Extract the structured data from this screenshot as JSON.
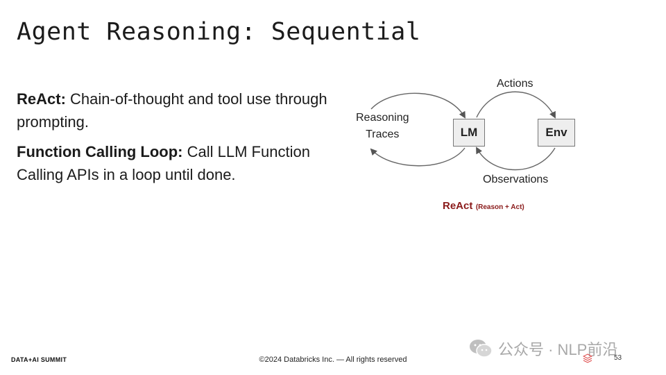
{
  "slide": {
    "title": "Agent Reasoning: Sequential",
    "points": [
      {
        "term": "ReAct:",
        "text": " Chain-of-thought and tool use through prompting."
      },
      {
        "term": "Function Calling Loop:",
        "text": " Call LLM Function Calling APIs in a loop until done."
      }
    ]
  },
  "diagram": {
    "nodes": {
      "lm": "LM",
      "env": "Env"
    },
    "labels": {
      "actions": "Actions",
      "observations": "Observations",
      "reasoning_line1": "Reasoning",
      "reasoning_line2": "Traces"
    },
    "caption": {
      "main": "ReAct",
      "sub": "(Reason + Act)"
    }
  },
  "footer": {
    "logo": "DATA+AI SUMMIT",
    "copyright": "©2024 Databricks Inc. — All rights reserved",
    "page_number": "53"
  },
  "watermark": {
    "text": "公众号 · NLP前沿",
    "icon": "wechat-icon"
  },
  "colors": {
    "caption": "#8a1a1a",
    "node_fill": "#eeeeee",
    "node_border": "#777777"
  }
}
